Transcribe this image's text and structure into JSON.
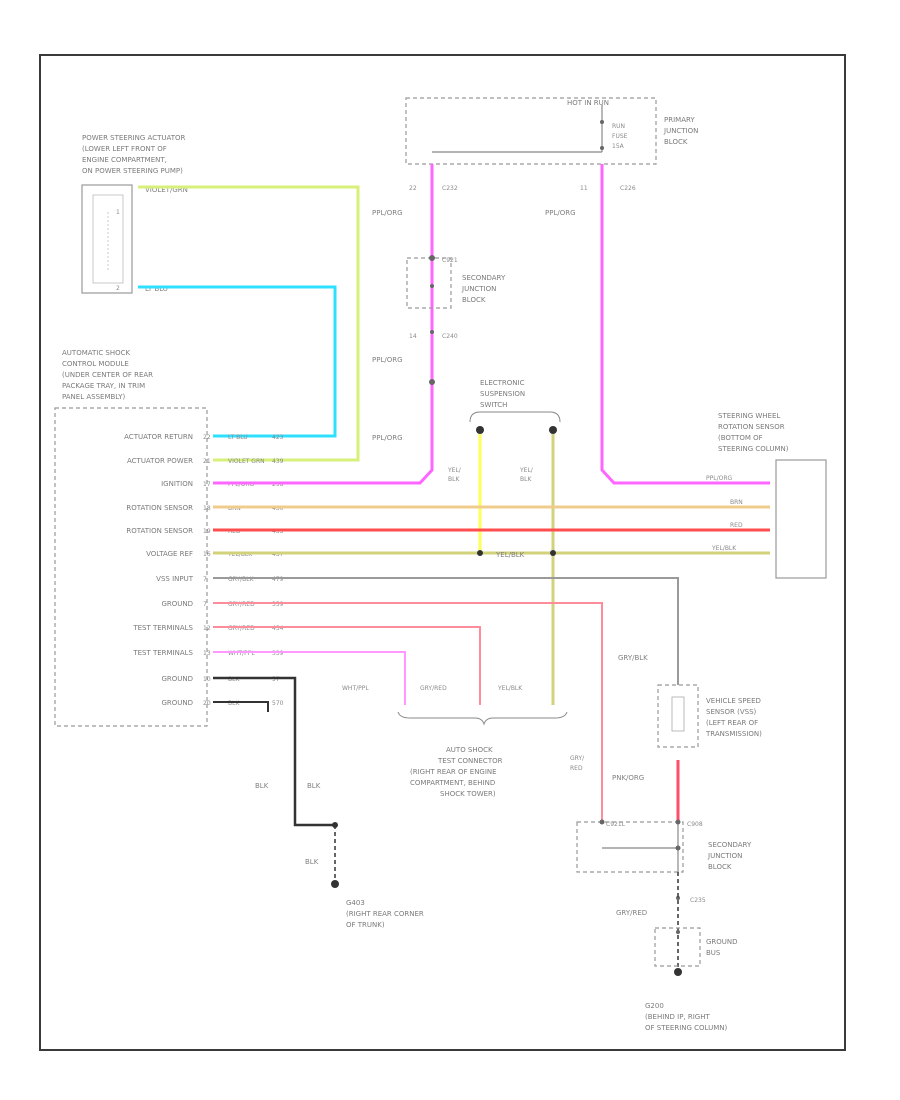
{
  "figure_id": "7BBT00",
  "components": {
    "actuator": {
      "lines": [
        "POWER STEERING ACTUATOR",
        "(LOWER LEFT FRONT OF",
        "ENGINE COMPARTMENT,",
        "ON POWER STEERING PUMP)"
      ],
      "pin1": "1",
      "pin2": "2",
      "wire1": "VIOLET/GRN",
      "wire2": "LT BLU"
    },
    "module": {
      "lines": [
        "AUTOMATIC SHOCK",
        "CONTROL MODULE",
        "(UNDER CENTER OF REAR",
        "PACKAGE TRAY, IN TRIM",
        "PANEL ASSEMBLY)"
      ],
      "pins": [
        {
          "label": "ACTUATOR RETURN",
          "pin": "22",
          "wire": "LT BLU",
          "circuit": "423"
        },
        {
          "label": "ACTUATOR POWER",
          "pin": "21",
          "wire": "VIOLET GRN",
          "circuit": "439"
        },
        {
          "label": "IGNITION",
          "pin": "17",
          "wire": "PPL/ORG",
          "circuit": "298"
        },
        {
          "label": "ROTATION SENSOR",
          "pin": "18",
          "wire": "BRN",
          "circuit": "430"
        },
        {
          "label": "ROTATION SENSOR",
          "pin": "19",
          "wire": "RED",
          "circuit": "433"
        },
        {
          "label": "VOLTAGE REF",
          "pin": "16",
          "wire": "YEL/BLK",
          "circuit": "437"
        },
        {
          "label": "VSS INPUT",
          "pin": "7",
          "wire": "GRY/BLK",
          "circuit": "479"
        },
        {
          "label": "GROUND",
          "pin": "7",
          "wire": "GRY/RED",
          "circuit": "359"
        },
        {
          "label": "TEST TERMINALS",
          "pin": "12",
          "wire": "GRY/RED",
          "circuit": "434"
        },
        {
          "label": "TEST TERMINALS",
          "pin": "13",
          "wire": "WHT/PPL",
          "circuit": "339"
        },
        {
          "label": "GROUND",
          "pin": "10",
          "wire": "BLK",
          "circuit": "57"
        },
        {
          "label": "GROUND",
          "pin": "20",
          "wire": "BLK",
          "circuit": "570"
        }
      ]
    },
    "hot_in_run": "HOT IN RUN",
    "fuse": {
      "lines": [
        "RUN",
        "FUSE",
        "15A"
      ]
    },
    "primary_jb": {
      "lines": [
        "PRIMARY",
        "JUNCTION",
        "BLOCK"
      ]
    },
    "primary_conn": {
      "pin_a": "22",
      "conn_a": "C232",
      "pin_b": "11",
      "conn_b": "C226"
    },
    "secondary_jb1": {
      "conn": "C921",
      "lines": [
        "SECONDARY",
        "JUNCTION",
        "BLOCK"
      ],
      "conn2_pin": "14",
      "conn2": "C240"
    },
    "switch": {
      "lines": [
        "ELECTRONIC",
        "SUSPENSION",
        "SWITCH"
      ],
      "wire_left": [
        "YEL/",
        "BLK"
      ],
      "wire_right": [
        "YEL/",
        "BLK"
      ]
    },
    "sensor": {
      "lines": [
        "STEERING WHEEL",
        "ROTATION SENSOR",
        "(BOTTOM OF",
        "STEERING COLUMN)"
      ],
      "wires": [
        "PPL/ORG",
        "BRN",
        "RED",
        "YEL/BLK"
      ]
    },
    "wire_labels": {
      "ppl_org": "PPL/ORG",
      "gry_blk": "GRY/BLK",
      "gry_red": [
        "GRY/",
        "RED"
      ],
      "pnk_org": "PNK/ORG",
      "blk": "BLK",
      "yel_blk": "YEL/BLK",
      "grey_red2": "GRY/RED"
    },
    "test_connector": {
      "wires": [
        "WHT/PPL",
        "GRY/RED",
        "YEL/BLK"
      ],
      "lines": [
        "AUTO SHOCK",
        "TEST CONNECTOR",
        "(RIGHT REAR OF ENGINE",
        "COMPARTMENT, BEHIND",
        "SHOCK TOWER)"
      ]
    },
    "vss": {
      "lines": [
        "VEHICLE SPEED",
        "SENSOR (VSS)",
        "(LEFT REAR OF",
        "TRANSMISSION)"
      ]
    },
    "secondary_jb2": {
      "conn_a": "C921L",
      "conn_b": "C908",
      "lines": [
        "SECONDARY",
        "JUNCTION",
        "BLOCK"
      ],
      "conn_c": "C235"
    },
    "ground_bus": {
      "lines": [
        "GROUND",
        "BUS"
      ]
    },
    "g403": {
      "lines": [
        "G403",
        "(RIGHT REAR CORNER",
        "OF TRUNK)"
      ]
    },
    "g200": {
      "lines": [
        "G200",
        "(BEHIND IP, RIGHT",
        "OF STEERING COLUMN)"
      ]
    }
  },
  "colors": {
    "border": "#3a3a3a",
    "dashed": "#8c8c8c",
    "violet_grn": "#d6f07a",
    "lt_blu": "#2ee0ff",
    "ppl_org": "#ff66ff",
    "brn": "#f0cc8c",
    "red": "#ff4d4d",
    "yel_blk": "#d2d27a",
    "yellow": "#ffff55",
    "gry_blk": "#9a9a9a",
    "gry_red": "#ff8c9a",
    "wht_ppl": "#ff99ff",
    "blk": "#333333",
    "pnk_org": "#ff4d6b",
    "text": "#7a7a7a"
  }
}
